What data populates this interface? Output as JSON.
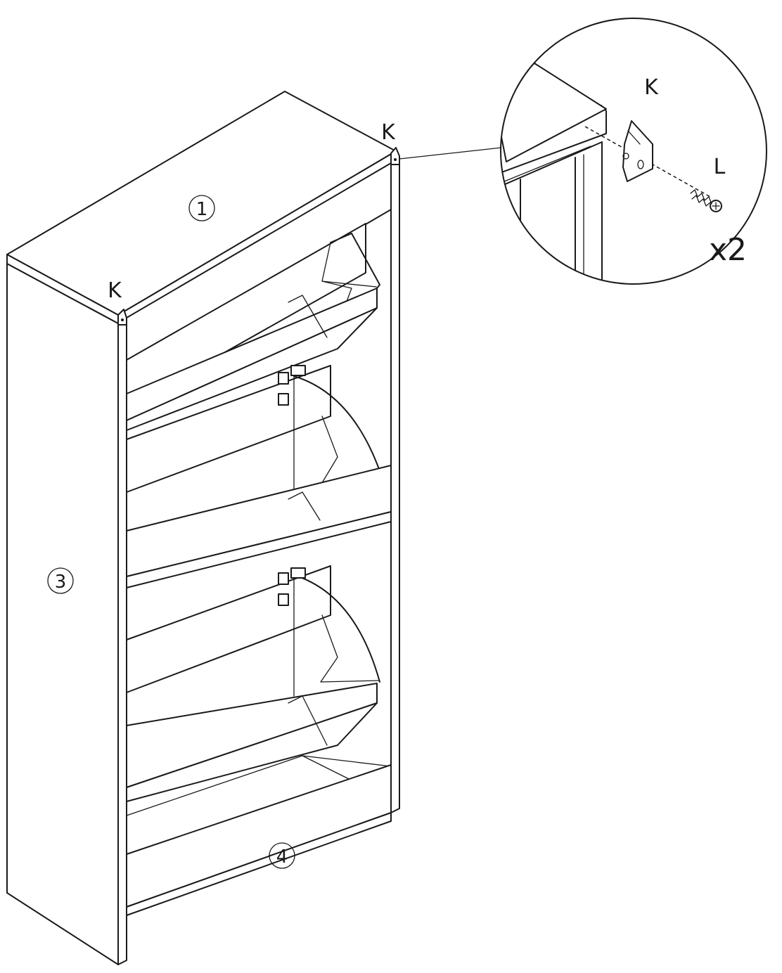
{
  "labels": {
    "top_left": "K",
    "top_right": "K",
    "detail_bracket": "K",
    "detail_screw": "L",
    "detail_quantity": "x2"
  },
  "parts": {
    "top_panel": "1",
    "side_panel": "3",
    "bottom_panel": "4"
  }
}
